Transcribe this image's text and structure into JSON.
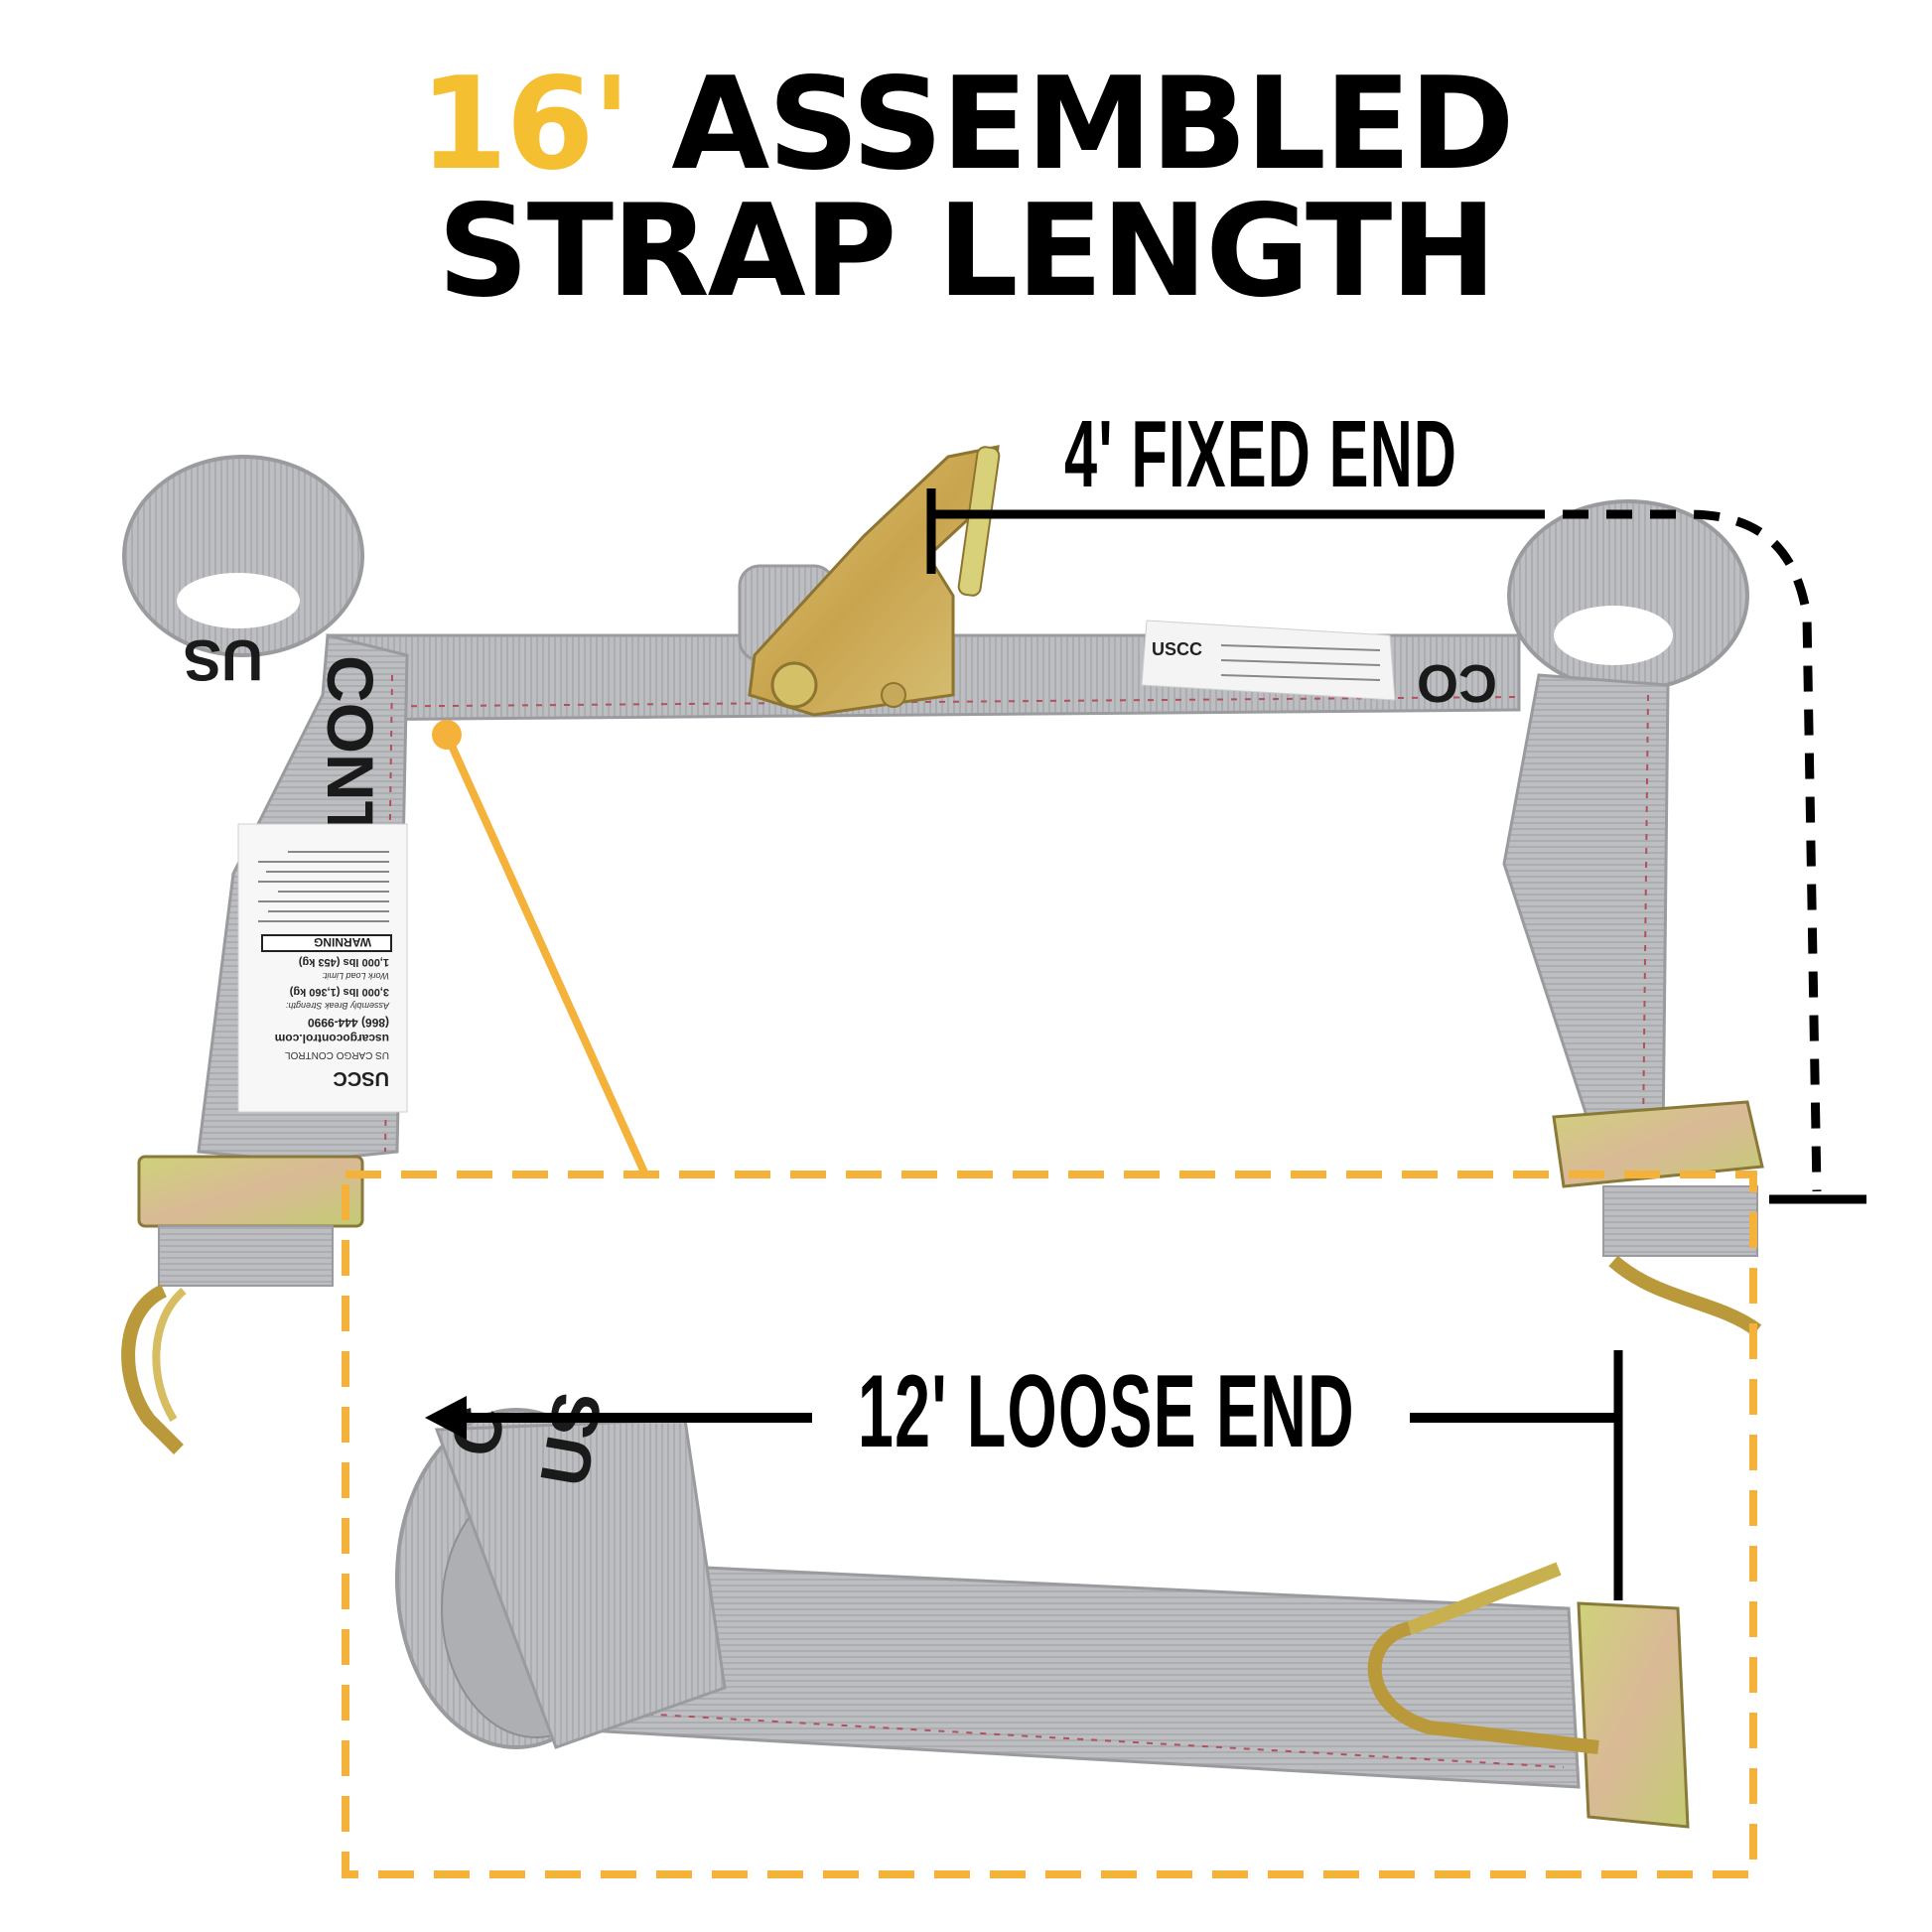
{
  "headline": {
    "line1_accent": "16'",
    "line1_rest": "ASSEMBLED",
    "line2": "STRAP LENGTH"
  },
  "callouts": {
    "fixed_end": "4' FIXED END",
    "loose_end": "12' LOOSE END"
  },
  "strap_print": {
    "left_loop_word1": "US",
    "left_loop_word2": "CONT",
    "right_loop_word": "CO",
    "coil_word1": "US",
    "coil_word2": "C"
  },
  "warning_tag": {
    "brand_logo": "USCC",
    "brand_name": "US CARGO CONTROL",
    "website": "uscargocontrol.com",
    "phone": "(866) 444-9990",
    "break_strength_label": "Assembly Break Strength:",
    "break_strength_value": "3,000 lbs (1,360 kg)",
    "work_load_label": "Work Load Limit:",
    "work_load_value": "1,000 lbs (453 kg)",
    "warning_label": "WARNING"
  },
  "colors": {
    "accent_yellow": "#f5bf32",
    "text_black": "#000000",
    "strap_gray": "#b9babd",
    "strap_shadow": "#8f9094",
    "stitch_red": "#b2505e",
    "hardware_gold": "#c9b15a",
    "background": "#ffffff"
  }
}
